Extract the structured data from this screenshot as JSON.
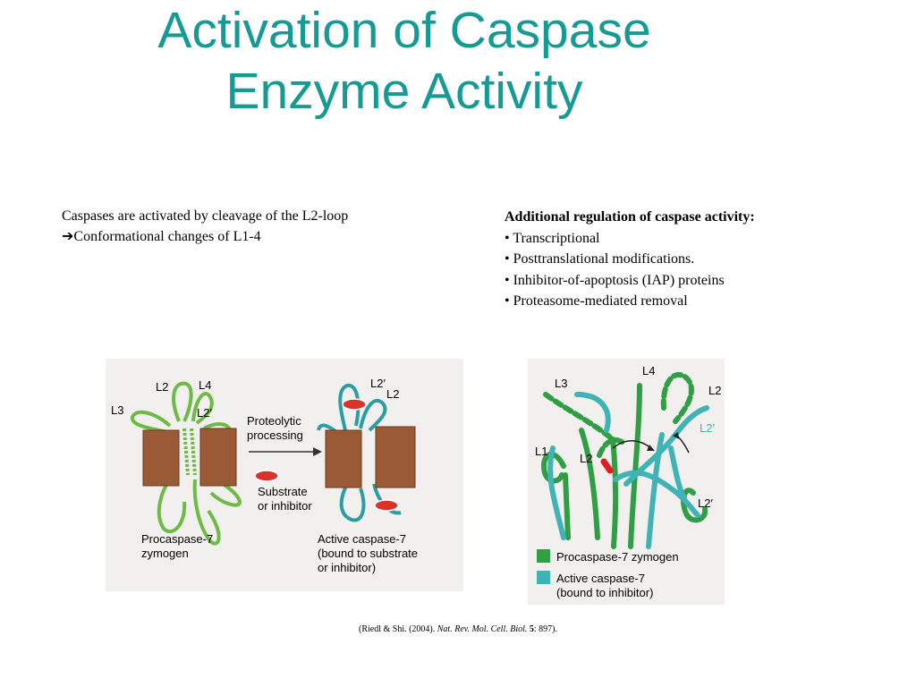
{
  "slide": {
    "title_line1": "Activation of Caspase",
    "title_line2": "Enzyme Activity",
    "title_color": "#169a94"
  },
  "left_text": {
    "line1": "Caspases are activated by cleavage of the L2-loop",
    "arrow": "➔",
    "line2": "Conformational changes of L1-4"
  },
  "right_text": {
    "heading": "Additional regulation of caspase activity:",
    "items": [
      "• Transcriptional",
      "• Posttranslational modifications.",
      "• Inhibitor-of-apoptosis (IAP) proteins",
      "• Proteasome-mediated removal"
    ]
  },
  "figure_left": {
    "labels": {
      "L2": "L2",
      "L4": "L4",
      "L3": "L3",
      "L2prime": "L2′",
      "active_L2prime": "L2′",
      "active_L2": "L2"
    },
    "arrow_line1": "Proteolytic",
    "arrow_line2": "processing",
    "substrate_line1": "Substrate",
    "substrate_line2": "or inhibitor",
    "proc_line1": "Procaspase-7",
    "proc_line2": "zymogen",
    "active_line1": "Active caspase-7",
    "active_line2": "(bound to substrate",
    "active_line3": "or inhibitor)",
    "colors": {
      "domain": "#9b5a36",
      "zymogen_loop": "#6dbb45",
      "active_loop": "#2a9ea3",
      "substrate": "#d8342c"
    }
  },
  "figure_right": {
    "labels": {
      "L3": "L3",
      "L4": "L4",
      "L2": "L2",
      "L2prime": "L2′",
      "L1": "L1",
      "L2_center": "L2",
      "L2prime_bottom": "L2′"
    },
    "legend": {
      "zymogen": "Procaspase-7 zymogen",
      "active_line1": "Active caspase-7",
      "active_line2": "(bound to inhibitor)"
    },
    "colors": {
      "zymogen": "#2f9e44",
      "active": "#3fb3b5",
      "inhibitor": "#e02020"
    }
  },
  "citation": {
    "prefix": "(Riedl & Shi. (2004). ",
    "journal": "Nat. Rev. Mol. Cell. Biol.",
    "volume": " 5",
    "suffix": ": 897)."
  }
}
